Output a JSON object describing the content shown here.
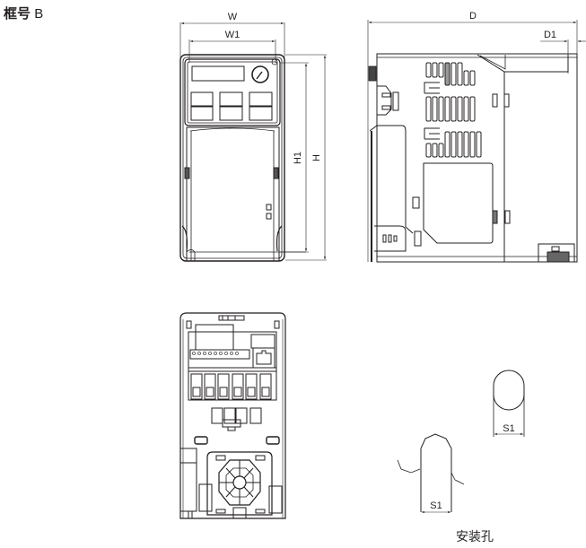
{
  "title": {
    "frame_label": "框号",
    "frame_id": "B"
  },
  "front_view": {
    "dimensions": {
      "width": "W",
      "width_inner": "W1",
      "height": "H",
      "height_inner": "H1"
    }
  },
  "side_view": {
    "dimensions": {
      "depth": "D",
      "depth_offset": "D1"
    }
  },
  "bottom_view": {},
  "mounting_holes": {
    "hole_top_label": "S1",
    "hole_bottom_label": "S1",
    "caption": "安装孔"
  },
  "colors": {
    "line": "#231f20",
    "background": "#ffffff"
  }
}
